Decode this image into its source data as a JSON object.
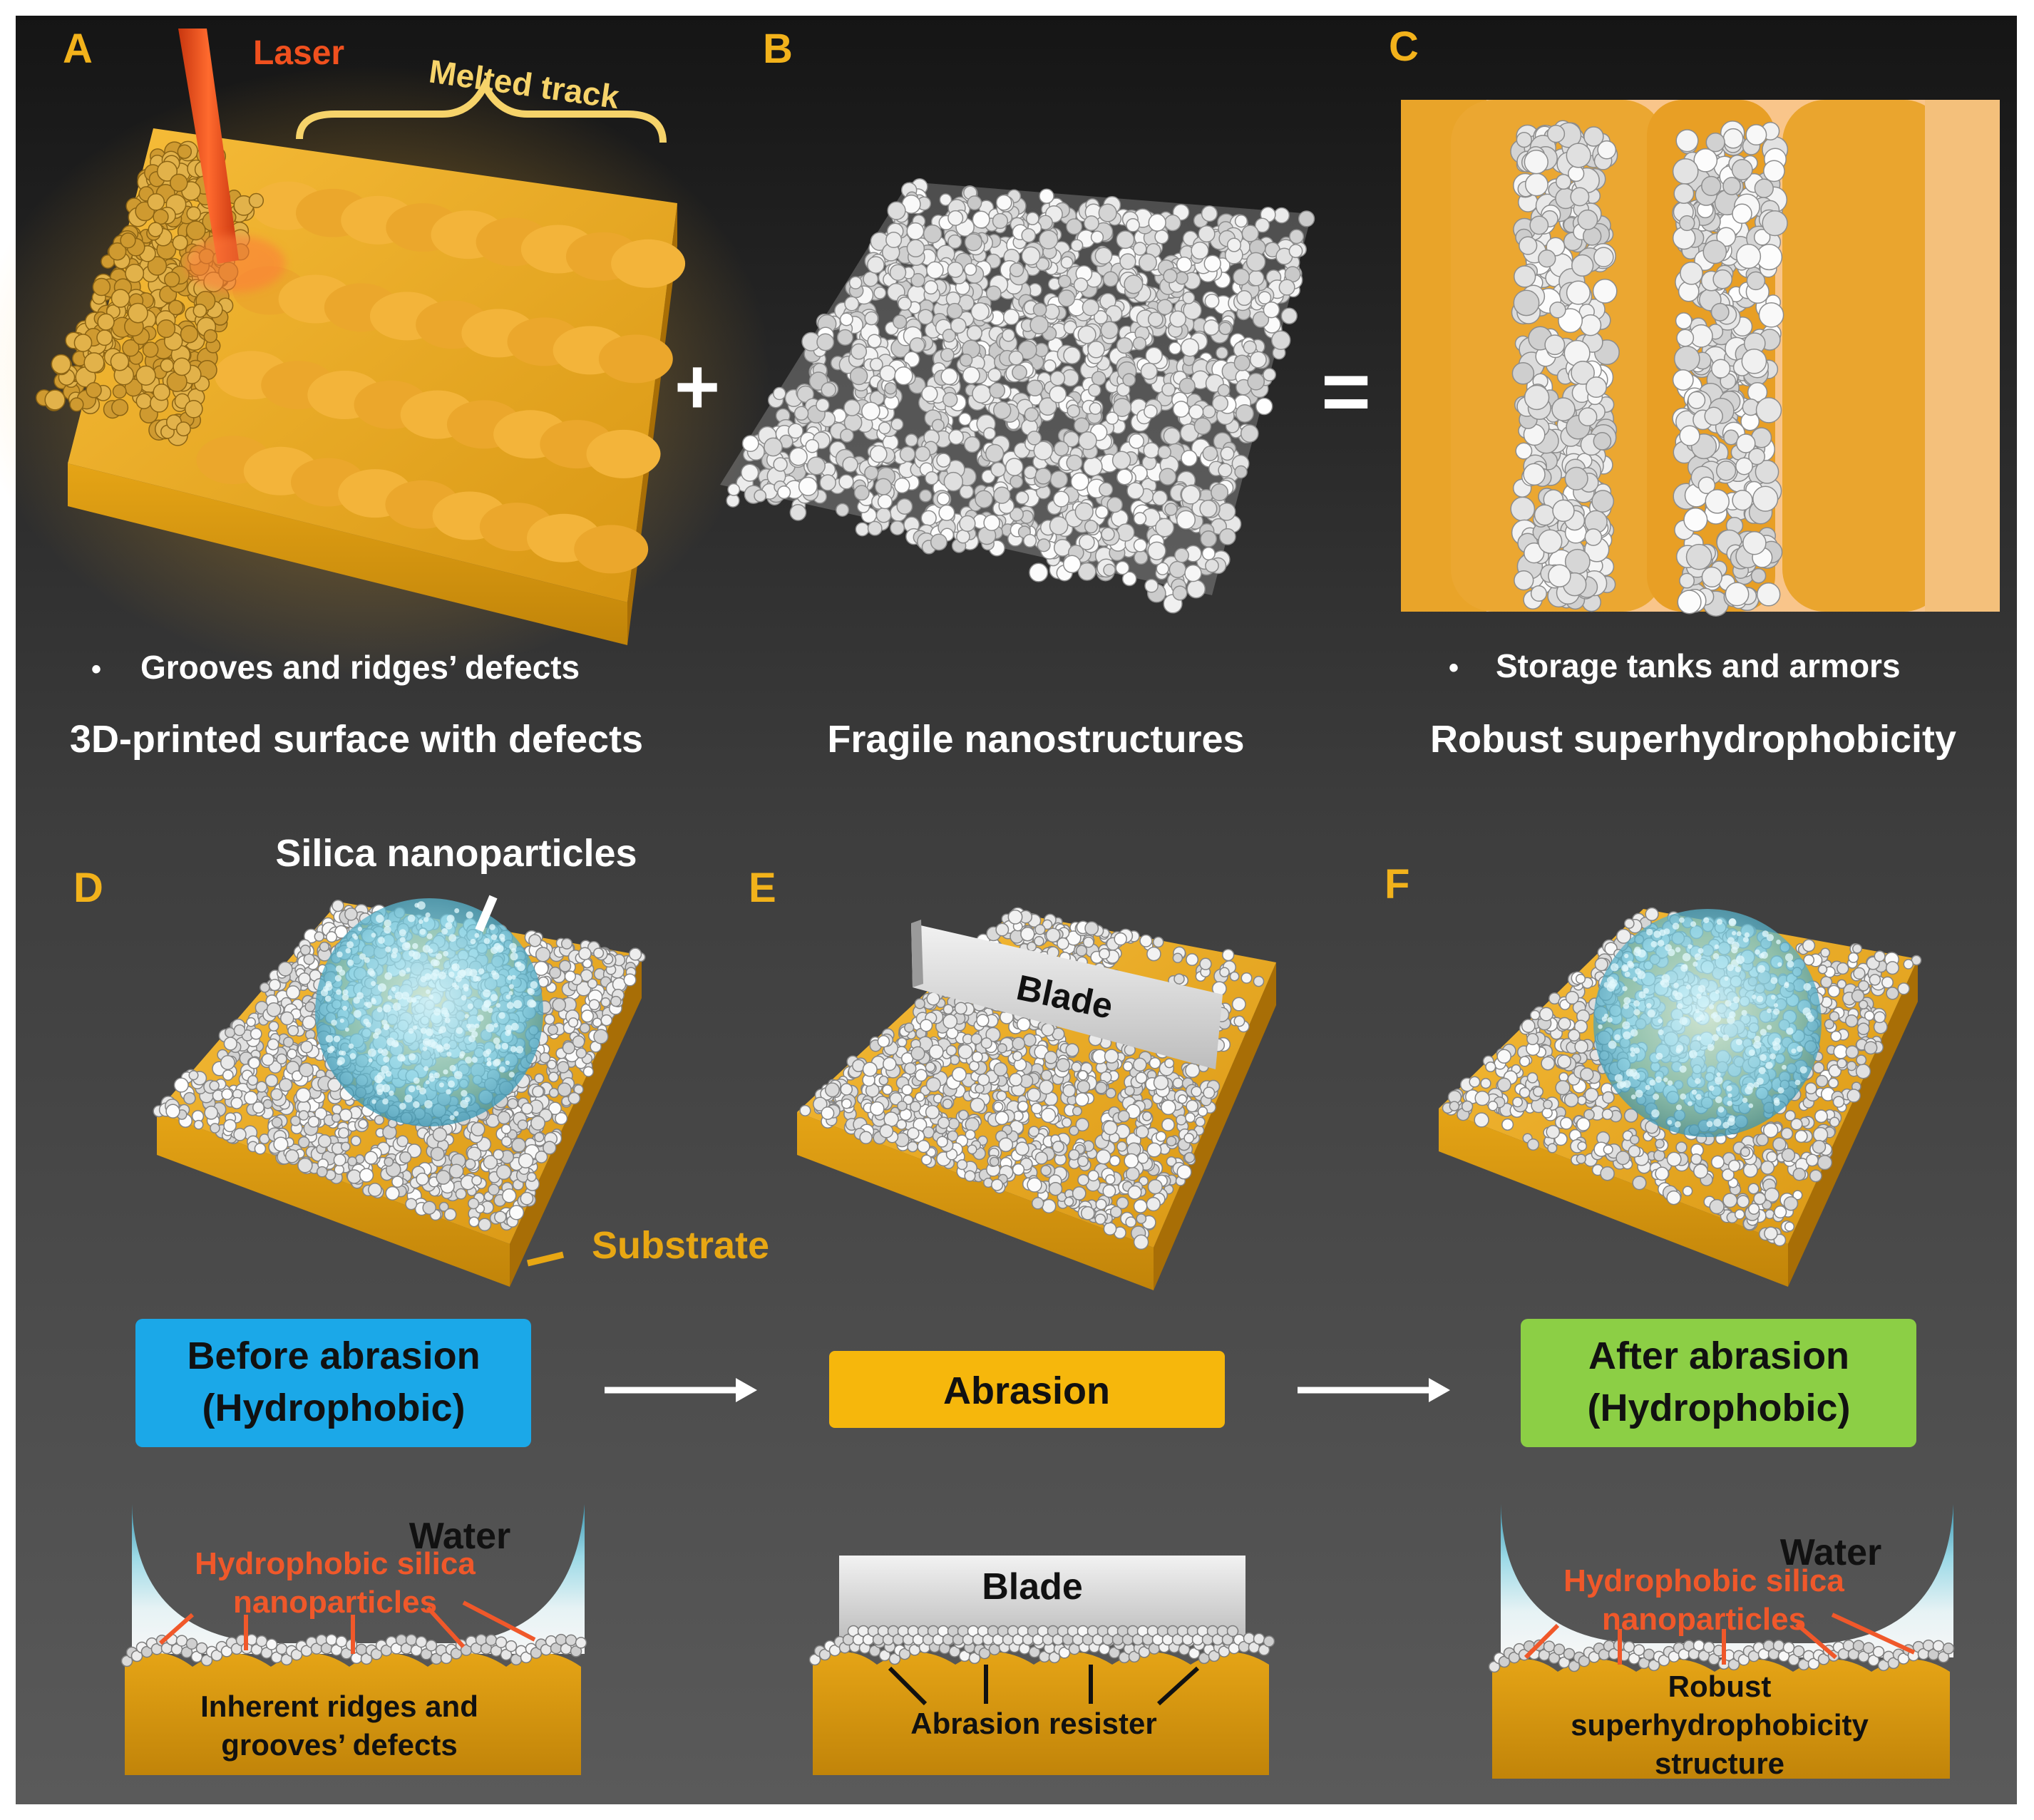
{
  "panels": {
    "A": {
      "letter": "A",
      "laser_label": "Laser",
      "track_label": "Melted track",
      "bullet": "•",
      "bullet_text": "Grooves and ridges’ defects",
      "caption": "3D-printed surface with defects"
    },
    "B": {
      "letter": "B",
      "caption": "Fragile nanostructures"
    },
    "C": {
      "letter": "C",
      "bullet": "•",
      "bullet_text": "Storage tanks and armors",
      "caption": "Robust superhydrophobicity"
    },
    "D": {
      "letter": "D",
      "silica_label": "Silica nanoparticles",
      "substrate_label": "Substrate",
      "state_line1": "Before abrasion",
      "state_line2": "(Hydrophobic)",
      "water_label": "Water",
      "np_line1": "Hydrophobic silica",
      "np_line2": "nanoparticles",
      "defects_line1": "Inherent ridges and",
      "defects_line2": "grooves’ defects"
    },
    "E": {
      "letter": "E",
      "blade_label": "Blade",
      "state_label": "Abrasion",
      "blade2_label": "Blade",
      "resister_label": "Abrasion resister"
    },
    "F": {
      "letter": "F",
      "state_line1": "After abrasion",
      "state_line2": "(Hydrophobic)",
      "water_label": "Water",
      "np_line1": "Hydrophobic silica",
      "np_line2": "nanoparticles",
      "robust_line1": "Robust",
      "robust_line2": "superhydrophobicity",
      "robust_line3": "structure"
    }
  },
  "operators": {
    "plus": "+",
    "equals": "="
  },
  "colors": {
    "background_top": "#161616",
    "background_bottom": "#575757",
    "letter": "#f2b21b",
    "gold": "#e8a713",
    "gold_dark": "#b97c08",
    "laser": "#f0501e",
    "track_label": "#f6d36a",
    "accent_red": "#f0582a",
    "before_box": "#1ba8e8",
    "abrasion_box": "#f6b70c",
    "after_box": "#8ccf45",
    "particle": "#eeeeee"
  }
}
